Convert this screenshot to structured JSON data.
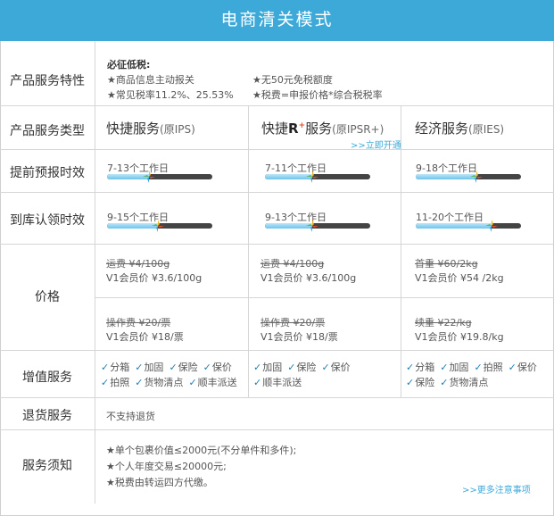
{
  "header": {
    "title": "电商清关模式"
  },
  "labels": {
    "features": "产品服务特性",
    "service_type": "产品服务类型",
    "pre_report": "提前预报时效",
    "arrival": "到库认领时效",
    "price": "价格",
    "value_added": "增值服务",
    "returns": "退货服务",
    "notice": "服务须知"
  },
  "features": {
    "title": "必征低税:",
    "items": [
      "★商品信息主动报关",
      "★无50元免税额度",
      "★常见税率11.2%、25.53%",
      "★税费=申报价格*综合税税率"
    ]
  },
  "services": [
    {
      "name": "快捷服务",
      "sub": "(原IPS)"
    },
    {
      "name_pre": "快捷",
      "name_r": "R",
      "name_plus": "+",
      "name_post": "服务",
      "sub": "(原IPSR+)",
      "link": ">>立即开通"
    },
    {
      "name": "经济服务",
      "sub": "(原IES)"
    }
  ],
  "pre_report": [
    {
      "text": "7-13个工作日",
      "level": 0.4
    },
    {
      "text": "7-11个工作日",
      "level": 0.45
    },
    {
      "text": "9-18个工作日",
      "level": 0.58
    }
  ],
  "arrival": [
    {
      "text": "9-15个工作日",
      "level": 0.48
    },
    {
      "text": "9-13个工作日",
      "level": 0.45
    },
    {
      "text": "11-20个工作日",
      "level": 0.72
    }
  ],
  "price": {
    "row1": [
      {
        "orig": "运费 ¥4/100g",
        "member": "V1会员价 ¥3.6/100g"
      },
      {
        "orig": "运费 ¥4/100g",
        "member": "V1会员价 ¥3.6/100g"
      },
      {
        "orig": "首重 ¥60/2kg",
        "member": "V1会员价 ¥54 /2kg"
      }
    ],
    "row2": [
      {
        "orig": "操作费 ¥20/票",
        "member": "V1会员价 ¥18/票"
      },
      {
        "orig": "操作费 ¥20/票",
        "member": "V1会员价 ¥18/票"
      },
      {
        "orig": "续重 ¥22/kg",
        "member": "V1会员价 ¥19.8/kg"
      }
    ]
  },
  "value_added": [
    {
      "line1": [
        "分箱",
        "加固",
        "保险",
        "保价"
      ],
      "line2": [
        "拍照",
        "货物清点",
        "顺丰派送"
      ]
    },
    {
      "line1": [
        "加固",
        "保险",
        "保价"
      ],
      "line2": [
        "顺丰派送"
      ]
    },
    {
      "line1": [
        "分箱",
        "加固",
        "拍照",
        "保价"
      ],
      "line2": [
        "保险",
        "货物清点"
      ]
    }
  ],
  "returns": {
    "text": "不支持退货"
  },
  "notice": {
    "items": [
      "★单个包裹价值≤2000元(不分单件和多件);",
      "★个人年度交易≤20000元;",
      "★税费由转运四方代缴。"
    ],
    "link": ">>更多注意事项"
  },
  "colors": {
    "header": "#3da9d9",
    "check": "#1f7fb5",
    "link": "#3da9d9"
  }
}
